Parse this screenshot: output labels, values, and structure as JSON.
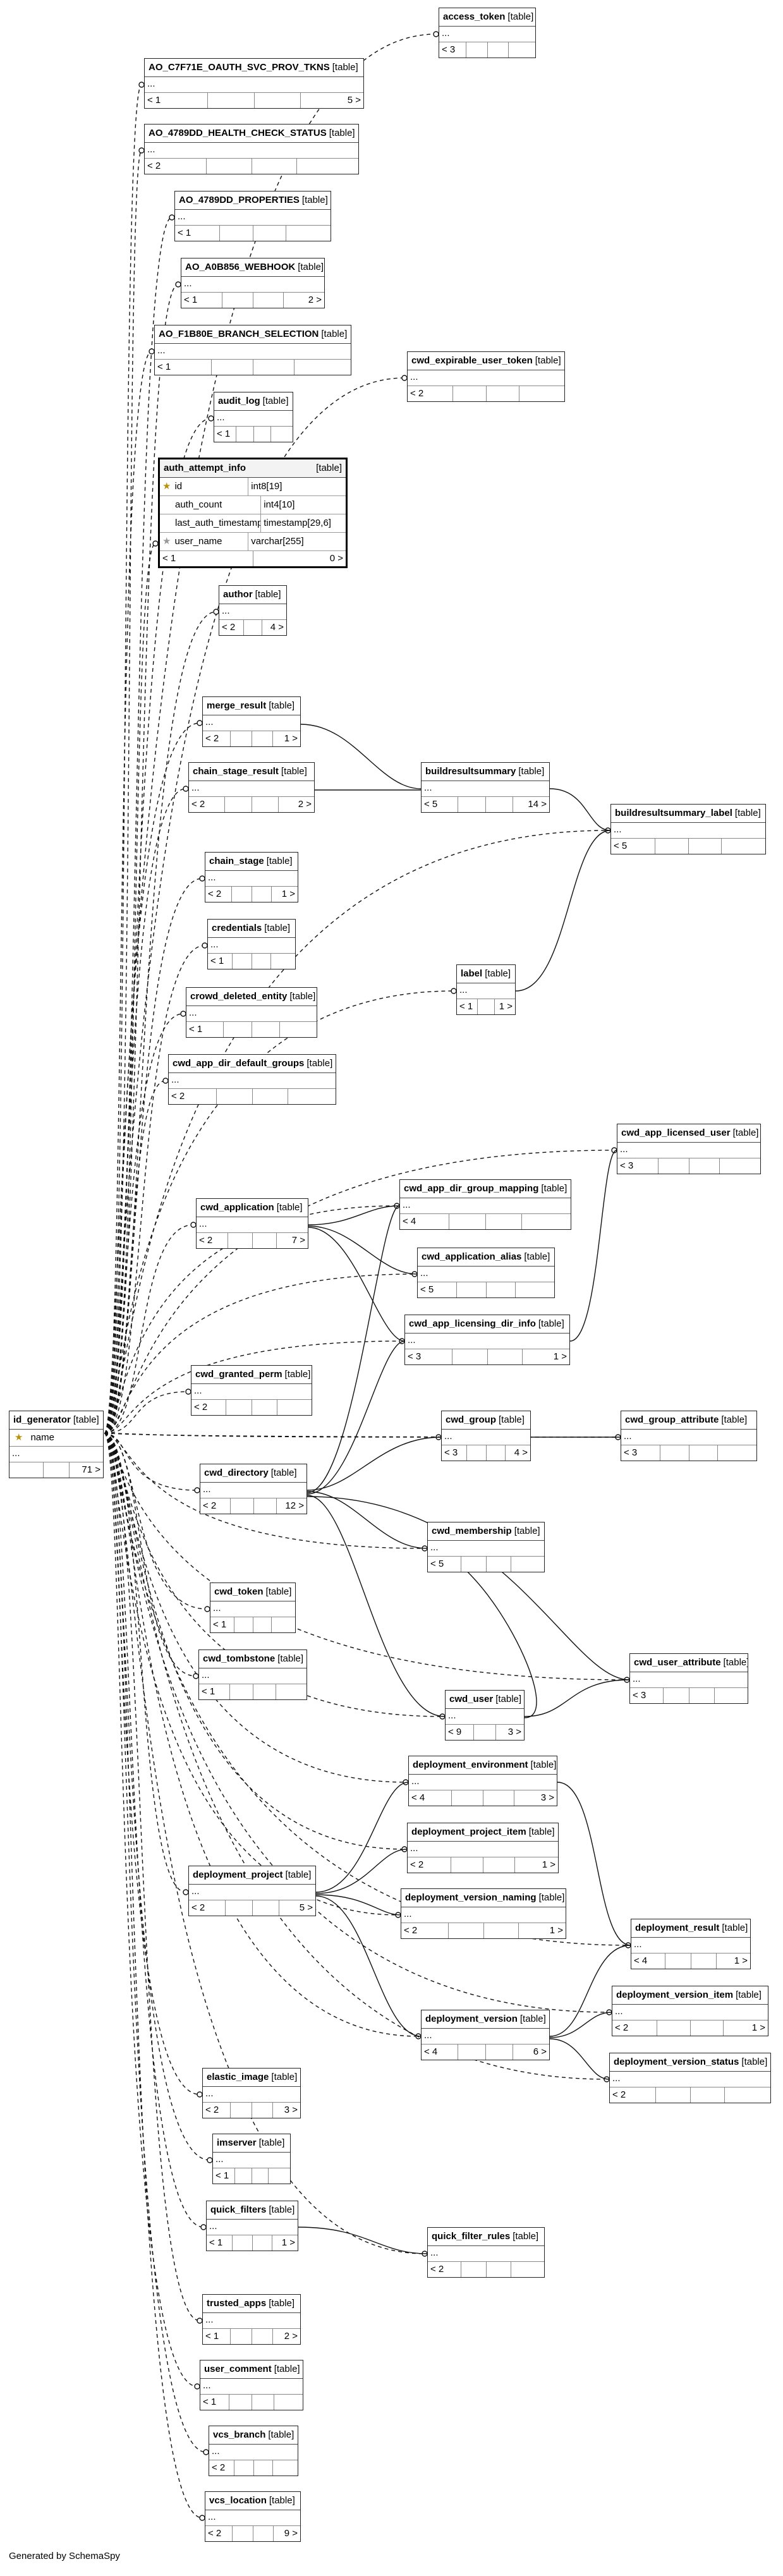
{
  "generator": "Generated by SchemaSpy",
  "tables": {
    "access_token": {
      "name": "access_token",
      "kind": "[table]",
      "dots": "...",
      "left": "< 3",
      "right": ""
    },
    "ao_oauth": {
      "name": "AO_C7F71E_OAUTH_SVC_PROV_TKNS",
      "kind": "[table]",
      "dots": "...",
      "left": "< 1",
      "right": "5 >"
    },
    "ao_health": {
      "name": "AO_4789DD_HEALTH_CHECK_STATUS",
      "kind": "[table]",
      "dots": "...",
      "left": "< 2",
      "right": ""
    },
    "ao_props": {
      "name": "AO_4789DD_PROPERTIES",
      "kind": "[table]",
      "dots": "...",
      "left": "< 1",
      "right": ""
    },
    "ao_webhook": {
      "name": "AO_A0B856_WEBHOOK",
      "kind": "[table]",
      "dots": "...",
      "left": "< 1",
      "right": "2 >"
    },
    "ao_branch": {
      "name": "AO_F1B80E_BRANCH_SELECTION",
      "kind": "[table]",
      "dots": "...",
      "left": "< 1",
      "right": ""
    },
    "cwd_expirable": {
      "name": "cwd_expirable_user_token",
      "kind": "[table]",
      "dots": "...",
      "left": "< 2",
      "right": ""
    },
    "audit_log": {
      "name": "audit_log",
      "kind": "[table]",
      "dots": "...",
      "left": "< 1",
      "right": ""
    },
    "auth_attempt_info": {
      "name": "auth_attempt_info",
      "kind": "[table]",
      "columns": [
        {
          "key": "pk",
          "name": "id",
          "type": "int8[19]"
        },
        {
          "key": "",
          "name": "auth_count",
          "type": "int4[10]"
        },
        {
          "key": "",
          "name": "last_auth_timestamp",
          "type": "timestamp[29,6]"
        },
        {
          "key": "idx",
          "name": "user_name",
          "type": "varchar[255]"
        }
      ],
      "left": "< 1",
      "right": "0 >"
    },
    "author": {
      "name": "author",
      "kind": "[table]",
      "dots": "...",
      "left": "< 2",
      "right": "4 >"
    },
    "merge_result": {
      "name": "merge_result",
      "kind": "[table]",
      "dots": "...",
      "left": "< 2",
      "right": "1 >"
    },
    "chain_stage_result": {
      "name": "chain_stage_result",
      "kind": "[table]",
      "dots": "...",
      "left": "< 2",
      "right": "2 >"
    },
    "buildresultsummary": {
      "name": "buildresultsummary",
      "kind": "[table]",
      "dots": "...",
      "left": "< 5",
      "right": "14 >"
    },
    "buildresultsummary_label": {
      "name": "buildresultsummary_label",
      "kind": "[table]",
      "dots": "...",
      "left": "< 5",
      "right": ""
    },
    "chain_stage": {
      "name": "chain_stage",
      "kind": "[table]",
      "dots": "...",
      "left": "< 2",
      "right": "1 >"
    },
    "credentials": {
      "name": "credentials",
      "kind": "[table]",
      "dots": "...",
      "left": "< 1",
      "right": ""
    },
    "label": {
      "name": "label",
      "kind": "[table]",
      "dots": "...",
      "left": "< 1",
      "right": "1 >"
    },
    "crowd_deleted_entity": {
      "name": "crowd_deleted_entity",
      "kind": "[table]",
      "dots": "...",
      "left": "< 1",
      "right": ""
    },
    "cwd_app_dir_default_groups": {
      "name": "cwd_app_dir_default_groups",
      "kind": "[table]",
      "dots": "...",
      "left": "< 2",
      "right": ""
    },
    "cwd_app_licensed_user": {
      "name": "cwd_app_licensed_user",
      "kind": "[table]",
      "dots": "...",
      "left": "< 3",
      "right": ""
    },
    "cwd_application": {
      "name": "cwd_application",
      "kind": "[table]",
      "dots": "...",
      "left": "< 2",
      "right": "7 >"
    },
    "cwd_app_dir_group_mapping": {
      "name": "cwd_app_dir_group_mapping",
      "kind": "[table]",
      "dots": "...",
      "left": "< 4",
      "right": ""
    },
    "cwd_application_alias": {
      "name": "cwd_application_alias",
      "kind": "[table]",
      "dots": "...",
      "left": "< 5",
      "right": ""
    },
    "cwd_app_licensing_dir_info": {
      "name": "cwd_app_licensing_dir_info",
      "kind": "[table]",
      "dots": "...",
      "left": "< 3",
      "right": "1 >"
    },
    "cwd_granted_perm": {
      "name": "cwd_granted_perm",
      "kind": "[table]",
      "dots": "...",
      "left": "< 2",
      "right": ""
    },
    "id_generator": {
      "name": "id_generator",
      "kind": "[table]",
      "col": "name",
      "dots": "...",
      "left": "",
      "right": "71 >"
    },
    "cwd_group": {
      "name": "cwd_group",
      "kind": "[table]",
      "dots": "...",
      "left": "< 3",
      "right": "4 >"
    },
    "cwd_group_attribute": {
      "name": "cwd_group_attribute",
      "kind": "[table]",
      "dots": "...",
      "left": "< 3",
      "right": ""
    },
    "cwd_directory": {
      "name": "cwd_directory",
      "kind": "[table]",
      "dots": "...",
      "left": "< 2",
      "right": "12 >"
    },
    "cwd_membership": {
      "name": "cwd_membership",
      "kind": "[table]",
      "dots": "...",
      "left": "< 5",
      "right": ""
    },
    "cwd_token": {
      "name": "cwd_token",
      "kind": "[table]",
      "dots": "...",
      "left": "< 1",
      "right": ""
    },
    "cwd_tombstone": {
      "name": "cwd_tombstone",
      "kind": "[table]",
      "dots": "...",
      "left": "< 1",
      "right": ""
    },
    "cwd_user_attribute": {
      "name": "cwd_user_attribute",
      "kind": "[table]",
      "dots": "...",
      "left": "< 3",
      "right": ""
    },
    "cwd_user": {
      "name": "cwd_user",
      "kind": "[table]",
      "dots": "...",
      "left": "< 9",
      "right": "3 >"
    },
    "deployment_environment": {
      "name": "deployment_environment",
      "kind": "[table]",
      "dots": "...",
      "left": "< 4",
      "right": "3 >"
    },
    "deployment_project_item": {
      "name": "deployment_project_item",
      "kind": "[table]",
      "dots": "...",
      "left": "< 2",
      "right": "1 >"
    },
    "deployment_project": {
      "name": "deployment_project",
      "kind": "[table]",
      "dots": "...",
      "left": "< 2",
      "right": "5 >"
    },
    "deployment_version_naming": {
      "name": "deployment_version_naming",
      "kind": "[table]",
      "dots": "...",
      "left": "< 2",
      "right": "1 >"
    },
    "deployment_result": {
      "name": "deployment_result",
      "kind": "[table]",
      "dots": "...",
      "left": "< 4",
      "right": "1 >"
    },
    "deployment_version_item": {
      "name": "deployment_version_item",
      "kind": "[table]",
      "dots": "...",
      "left": "< 2",
      "right": "1 >"
    },
    "deployment_version": {
      "name": "deployment_version",
      "kind": "[table]",
      "dots": "...",
      "left": "< 4",
      "right": "6 >"
    },
    "deployment_version_status": {
      "name": "deployment_version_status",
      "kind": "[table]",
      "dots": "...",
      "left": "< 2",
      "right": ""
    },
    "elastic_image": {
      "name": "elastic_image",
      "kind": "[table]",
      "dots": "...",
      "left": "< 2",
      "right": "3 >"
    },
    "imserver": {
      "name": "imserver",
      "kind": "[table]",
      "dots": "...",
      "left": "< 1",
      "right": ""
    },
    "quick_filters": {
      "name": "quick_filters",
      "kind": "[table]",
      "dots": "...",
      "left": "< 1",
      "right": "1 >"
    },
    "quick_filter_rules": {
      "name": "quick_filter_rules",
      "kind": "[table]",
      "dots": "...",
      "left": "< 2",
      "right": ""
    },
    "trusted_apps": {
      "name": "trusted_apps",
      "kind": "[table]",
      "dots": "...",
      "left": "< 1",
      "right": "2 >"
    },
    "user_comment": {
      "name": "user_comment",
      "kind": "[table]",
      "dots": "...",
      "left": "< 1",
      "right": ""
    },
    "vcs_branch": {
      "name": "vcs_branch",
      "kind": "[table]",
      "dots": "...",
      "left": "< 2",
      "right": ""
    },
    "vcs_location": {
      "name": "vcs_location",
      "kind": "[table]",
      "dots": "...",
      "left": "< 2",
      "right": "9 >"
    }
  }
}
